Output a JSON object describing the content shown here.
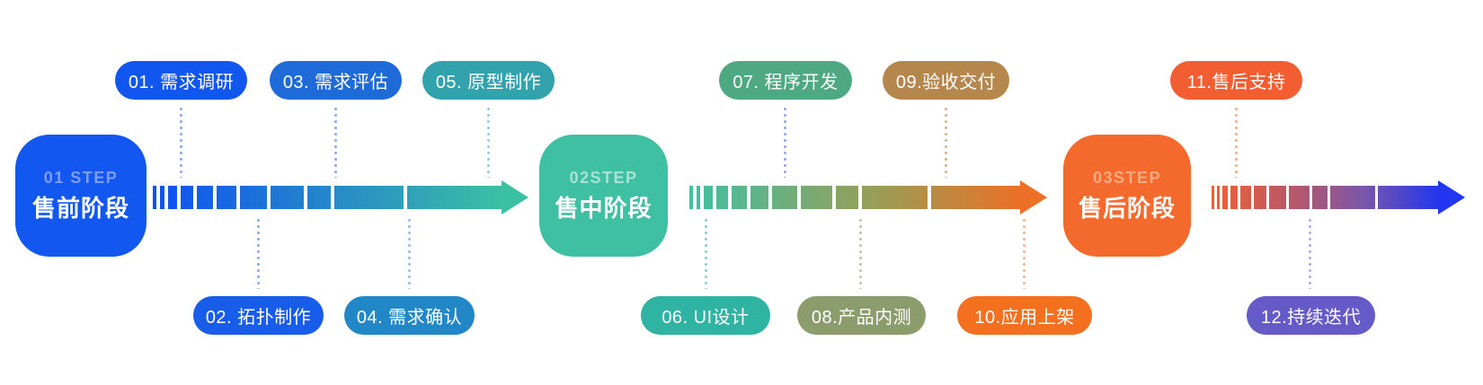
{
  "stages": [
    {
      "step": "01 STEP",
      "name": "售前阶段",
      "color": "#1157f0",
      "step_color": "#7e9df8"
    },
    {
      "step": "02STEP",
      "name": "售中阶段",
      "color": "#40c0a3",
      "step_color": "#a9e2d4"
    },
    {
      "step": "03STEP",
      "name": "售后阶段",
      "color": "#f4692c",
      "step_color": "#f8ab83"
    }
  ],
  "tasks": [
    {
      "label": "01. 需求调研",
      "color": "#1156ee",
      "dot": "#8fa6ef"
    },
    {
      "label": "02. 拓扑制作",
      "color": "#175de9",
      "dot": "#8aa8ee"
    },
    {
      "label": "03. 需求评估",
      "color": "#1e6ad9",
      "dot": "#8fa6ef"
    },
    {
      "label": "04. 需求确认",
      "color": "#2187c6",
      "dot": "#93bce2"
    },
    {
      "label": "05. 原型制作",
      "color": "#32a2ad",
      "dot": "#93cfd2"
    },
    {
      "label": "06. UI设计",
      "color": "#2fb3a2",
      "dot": "#82d2c2"
    },
    {
      "label": "07. 程序开发",
      "color": "#4ea983",
      "dot": "#98a3ec"
    },
    {
      "label": "08.产品内测",
      "color": "#8c9c6d",
      "dot": "#bfc3a8"
    },
    {
      "label": "09.验收交付",
      "color": "#b5874d",
      "dot": "#d4b392"
    },
    {
      "label": "10.应用上架",
      "color": "#f4701f",
      "dot": "#f5b590"
    },
    {
      "label": "11.售后支持",
      "color": "#f25e31",
      "dot": "#f5a98c"
    },
    {
      "label": "12.持续迭代",
      "color": "#6659c8",
      "dot": "#b3abe3"
    }
  ],
  "arrows": [
    {
      "from": "#0e50f2",
      "to": "#3cc0a2"
    },
    {
      "from": "#40c0a3",
      "mid": "#979e58",
      "to": "#ec7026"
    },
    {
      "from": "#f2612e",
      "mid1": "#b4576e",
      "mid2": "#7b57a8",
      "to": "#2136ee"
    }
  ]
}
